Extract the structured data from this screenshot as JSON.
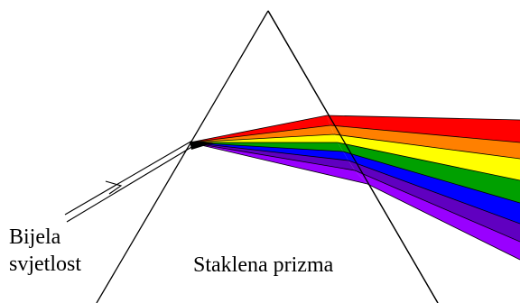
{
  "labels": {
    "white_light_line1": "Bijela",
    "white_light_line2": "svjetlost",
    "prism": "Staklena prizma"
  },
  "colors": {
    "background": "#ffffff",
    "outline": "#000000",
    "spectrum": [
      "#ff0000",
      "#ff8000",
      "#ffff00",
      "#00a000",
      "#0000ff",
      "#6000c0",
      "#9900ff",
      "#aa00ff"
    ]
  }
}
